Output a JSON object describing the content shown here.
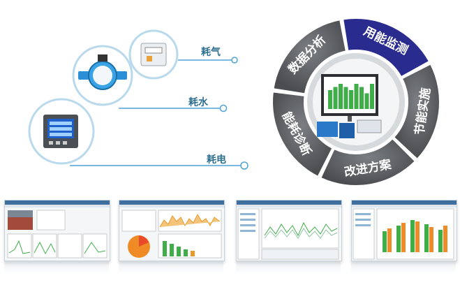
{
  "meters": {
    "gas_label": "耗气",
    "water_label": "耗水",
    "electric_label": "耗电"
  },
  "cycle": {
    "segments": [
      {
        "label": "用能监测",
        "highlight": true
      },
      {
        "label": "节能实施",
        "highlight": false
      },
      {
        "label": "改进方案",
        "highlight": false
      },
      {
        "label": "能耗诊断",
        "highlight": false
      },
      {
        "label": "数据分析",
        "highlight": false
      }
    ]
  },
  "colors": {
    "accent": "#2a2b8f",
    "ring": "#5b5d60",
    "line": "#4fa3d6",
    "bar_green": "#3fae49",
    "bar_orange": "#f08a24"
  },
  "center_chart": {
    "values": [
      6,
      7,
      8,
      7,
      6,
      8,
      7,
      5,
      8
    ]
  }
}
